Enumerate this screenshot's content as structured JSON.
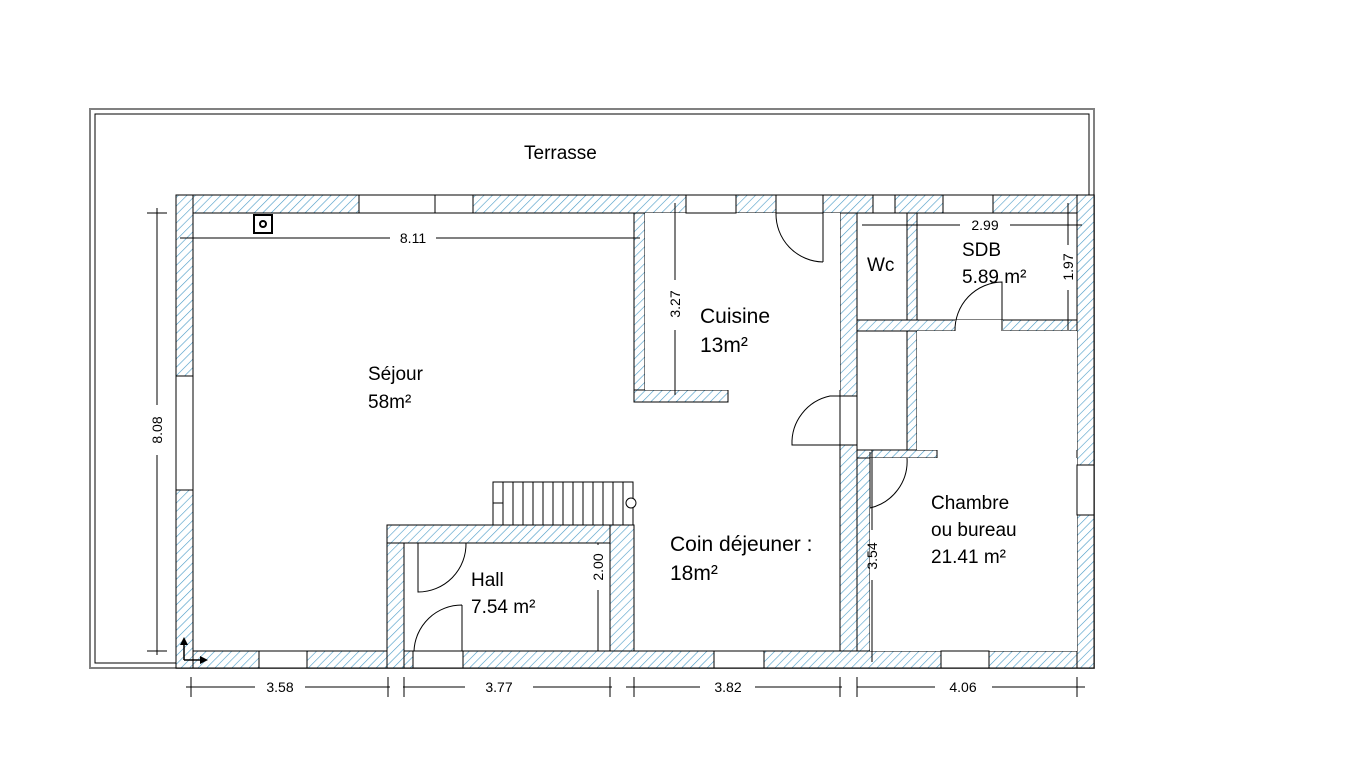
{
  "colors": {
    "hatch": "#4a9bc7",
    "wall_outline": "#000000",
    "terrace_border": "#808080"
  },
  "rooms": {
    "terrasse": {
      "name": "Terrasse"
    },
    "sejour": {
      "name": "Séjour",
      "area": "58m²"
    },
    "cuisine": {
      "name": "Cuisine",
      "area": "13m²"
    },
    "wc": {
      "name": "Wc"
    },
    "sdb": {
      "name": "SDB",
      "area": "5.89 m²"
    },
    "chambre": {
      "name1": "Chambre",
      "name2": "ou bureau",
      "area": "21.41 m²"
    },
    "coin": {
      "name": "Coin déjeuner :",
      "area": "18m²"
    },
    "hall": {
      "name": "Hall",
      "area": "7.54 m²"
    }
  },
  "dimensions": {
    "sejour_width": "8.11",
    "sejour_height": "8.08",
    "cuisine_height": "3.27",
    "sdb_width": "2.99",
    "sdb_height": "1.97",
    "hall_height": "2.00",
    "corridor_height": "3.54",
    "bottom": [
      "3.58",
      "3.77",
      "3.82",
      "4.06"
    ]
  }
}
